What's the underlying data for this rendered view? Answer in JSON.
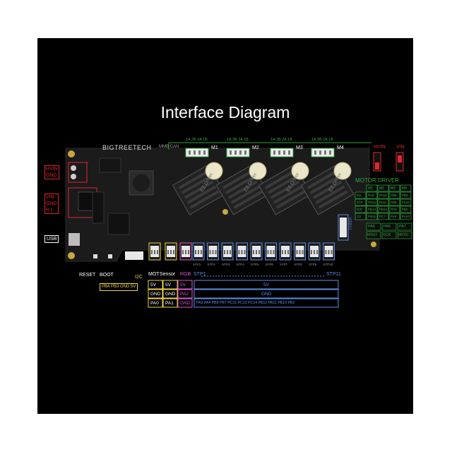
{
  "title": "Interface Diagram",
  "board": {
    "brand": "BIGTREETECH",
    "model": "MMB CAN",
    "left_ports": {
      "hvin": [
        "HVIN",
        "GND"
      ],
      "vin": [
        "VIN",
        "GND",
        "H  L"
      ],
      "usb": "USB"
    },
    "buttons": [
      "RESET",
      "BOOT"
    ],
    "i2c": "I2C",
    "i2c_pins": "PB4 PB3 GND 5V",
    "driver_label": "EZ Driver"
  },
  "motors": [
    {
      "name": "M1",
      "pins": "1A 2B 2A 1B"
    },
    {
      "name": "M2",
      "pins": "1A 2B 2A 1B"
    },
    {
      "name": "M3",
      "pins": "1A 2B 2A 1B"
    },
    {
      "name": "M4",
      "pins": "1A 2B 2A 1B"
    }
  ],
  "jumpers": {
    "hvin": "HVIN",
    "vin": "VIN"
  },
  "motor_driver": {
    "title": "MOTOR DRIVER",
    "columns": [
      "",
      "M1",
      "M2",
      "M3",
      "M4"
    ],
    "rows": [
      [
        "EN",
        "PA8",
        "PA14",
        "PB5",
        "PB6"
      ],
      [
        "STP",
        "PB13",
        "PA11",
        "PB9",
        "PA15"
      ],
      [
        "DIR",
        "PB14",
        "PB12",
        "PC9",
        "PB0"
      ],
      [
        "CS",
        "PB15",
        "PC7",
        "PA9",
        "PA10"
      ]
    ],
    "spi": [
      "PA6",
      "PA5",
      "PA7"
    ],
    "spi_names": [
      "MISO",
      "SCK",
      "MOSI"
    ]
  },
  "bottom_connectors": {
    "motor": "MOT",
    "sensor": "Sensor",
    "rgb": "RGB",
    "stp_silk": [
      "STP1",
      "STP2",
      "STP3",
      "STP4",
      "STP5",
      "STP6",
      "STP7",
      "STP8",
      "STP9",
      "STP10"
    ],
    "stp11": "STP11",
    "stp_first": "STP1",
    "stp_last": "STP11"
  },
  "pin_legend": {
    "mot": [
      "5V",
      "GND",
      "PA0"
    ],
    "sensor": [
      "5V",
      "GND",
      "PA1"
    ],
    "rgb": [
      "5V",
      "PA2",
      "GND"
    ],
    "stp_power": "5V",
    "stp_gnd": "GND",
    "stp_signals": "PA3 PA4 PB8 PB7 PC15 PC13 PC14 PB12 PB11 PB10 PB2"
  },
  "colors": {
    "board": "#1b1b1b",
    "red": "#e0262f",
    "green": "#2fa93c",
    "yellow": "#f0d34a",
    "blue": "#5b8fe3",
    "pink": "#e056d6",
    "white": "#ffffff"
  }
}
